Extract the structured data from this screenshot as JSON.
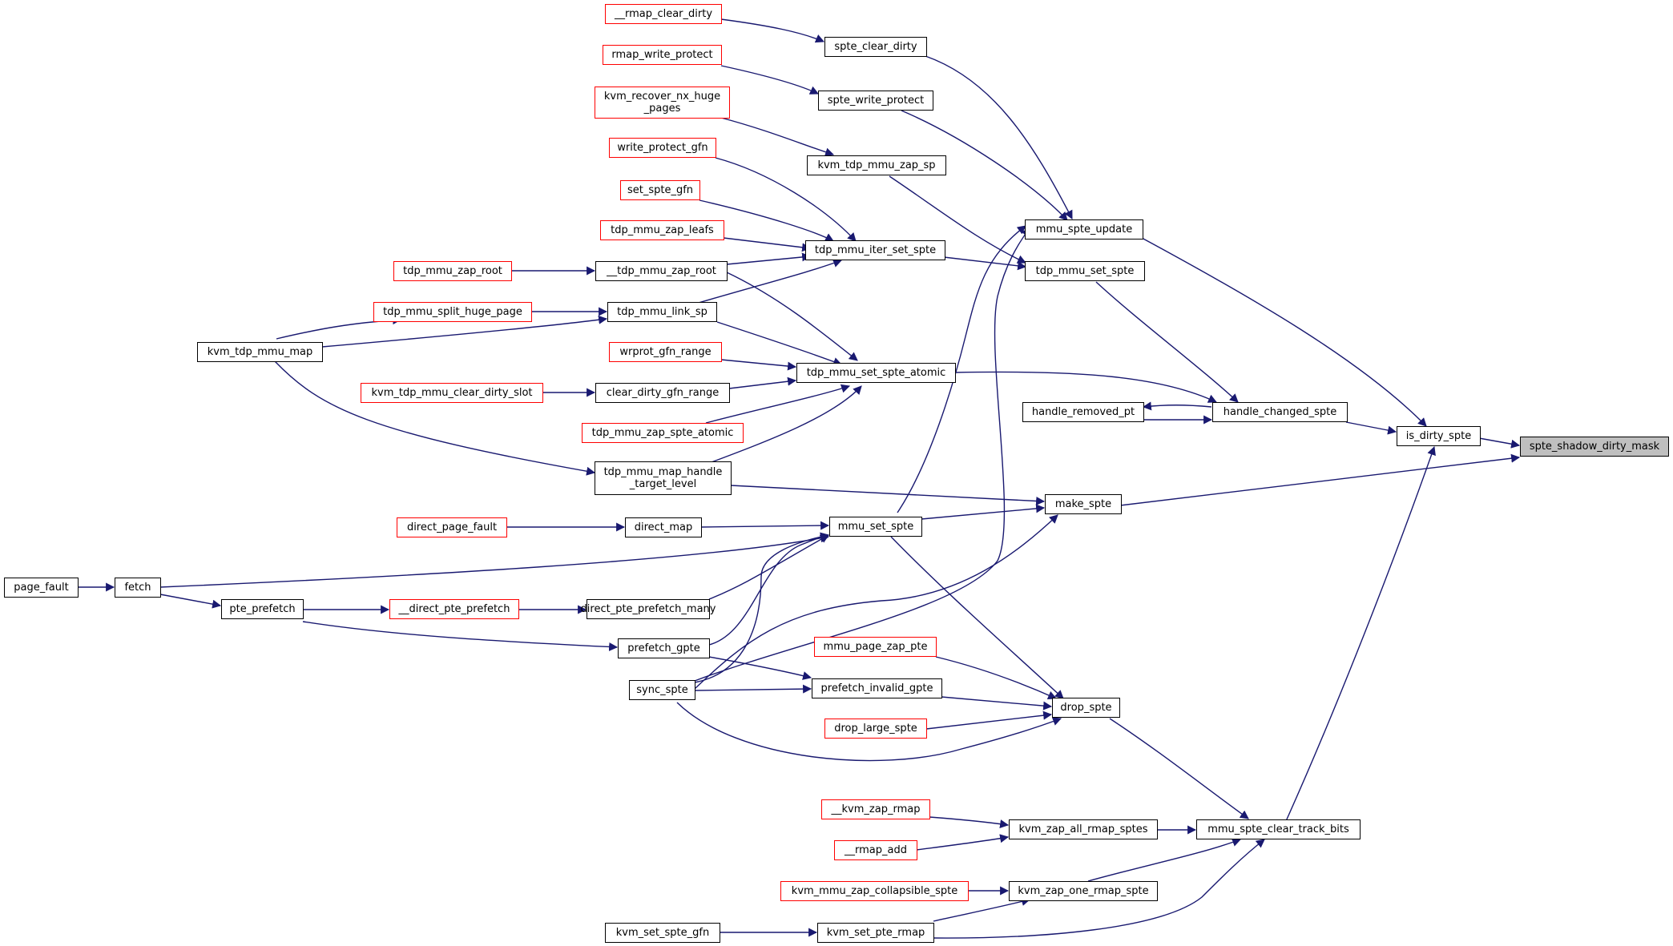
{
  "diagram": {
    "colors": {
      "edge": "#191970",
      "node_border": "#000000",
      "undocumented_border": "#ff0000",
      "focus_fill": "#bfbfbf"
    },
    "nodes": {
      "spte_shadow_dirty_mask": "spte_shadow_dirty_mask",
      "is_dirty_spte": "is_dirty_spte",
      "make_spte": "make_spte",
      "mmu_spte_update": "mmu_spte_update",
      "handle_changed_spte": "handle_changed_spte",
      "mmu_spte_clear_track_bits": "mmu_spte_clear_track_bits",
      "spte_clear_dirty": "spte_clear_dirty",
      "spte_write_protect": "spte_write_protect",
      "mmu_set_spte": "mmu_set_spte",
      "sync_spte": "sync_spte",
      "tdp_mmu_set_spte": "tdp_mmu_set_spte",
      "tdp_mmu_map_handle_target_level": "tdp_mmu_map_handle\n_target_level",
      "handle_removed_pt": "handle_removed_pt",
      "tdp_mmu_set_spte_atomic": "tdp_mmu_set_spte_atomic",
      "drop_spte": "drop_spte",
      "kvm_zap_all_rmap_sptes": "kvm_zap_all_rmap_sptes",
      "kvm_zap_one_rmap_spte": "kvm_zap_one_rmap_spte",
      "kvm_set_pte_rmap": "kvm_set_pte_rmap",
      "rmap_clear_dirty": "__rmap_clear_dirty",
      "rmap_write_protect": "rmap_write_protect",
      "kvm_tdp_mmu_zap_sp": "kvm_tdp_mmu_zap_sp",
      "tdp_mmu_iter_set_spte": "tdp_mmu_iter_set_spte",
      "kvm_recover_nx_huge_pages": "kvm_recover_nx_huge\n_pages",
      "write_protect_gfn": "write_protect_gfn",
      "set_spte_gfn": "set_spte_gfn",
      "tdp_mmu_zap_leafs": "tdp_mmu_zap_leafs",
      "tdp_mmu_zap_root_inner": "__tdp_mmu_zap_root",
      "tdp_mmu_link_sp": "tdp_mmu_link_sp",
      "tdp_mmu_zap_root": "tdp_mmu_zap_root",
      "tdp_mmu_split_huge_page": "tdp_mmu_split_huge_page",
      "kvm_tdp_mmu_map": "kvm_tdp_mmu_map",
      "clear_dirty_gfn_range": "clear_dirty_gfn_range",
      "wrprot_gfn_range": "wrprot_gfn_range",
      "tdp_mmu_zap_spte_atomic": "tdp_mmu_zap_spte_atomic",
      "kvm_tdp_mmu_clear_dirty_slot": "kvm_tdp_mmu_clear_dirty_slot",
      "direct_map": "direct_map",
      "fetch": "fetch",
      "direct_pte_prefetch_many": "direct_pte_prefetch_many",
      "prefetch_gpte": "prefetch_gpte",
      "direct_page_fault": "direct_page_fault",
      "page_fault": "page_fault",
      "pte_prefetch": "pte_prefetch",
      "direct_pte_prefetch": "__direct_pte_prefetch",
      "prefetch_invalid_gpte": "prefetch_invalid_gpte",
      "mmu_page_zap_pte": "mmu_page_zap_pte",
      "drop_large_spte": "drop_large_spte",
      "kvm_zap_rmap": "__kvm_zap_rmap",
      "rmap_add": "__rmap_add",
      "kvm_mmu_zap_collapsible_spte": "kvm_mmu_zap_collapsible_spte",
      "kvm_set_spte_gfn": "kvm_set_spte_gfn"
    }
  }
}
